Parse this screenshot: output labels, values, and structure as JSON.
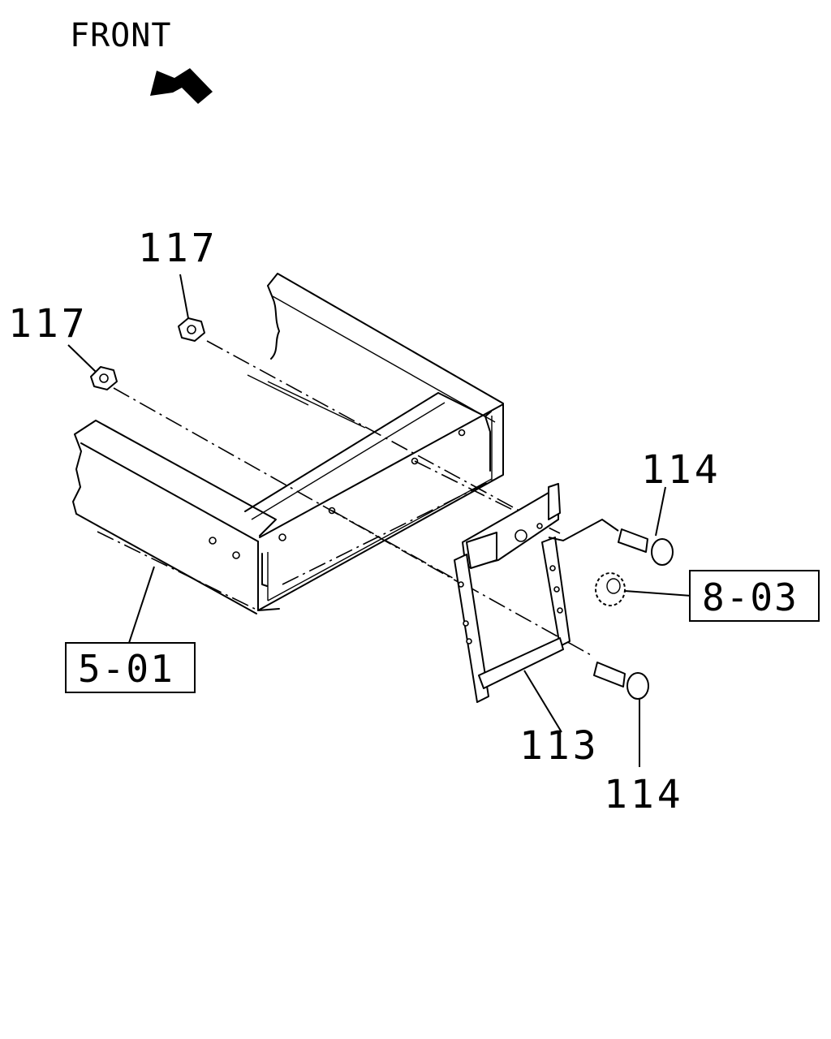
{
  "orientation": {
    "label": "FRONT",
    "arrow_icon": "front-direction-arrow-icon"
  },
  "callouts": {
    "nut_upper": "117",
    "nut_left": "117",
    "bolt_upper": "114",
    "bolt_lower": "114",
    "bracket": "113"
  },
  "references": {
    "frame": "5-01",
    "plug": "8-03"
  },
  "colors": {
    "line": "#000000",
    "background": "#ffffff"
  }
}
